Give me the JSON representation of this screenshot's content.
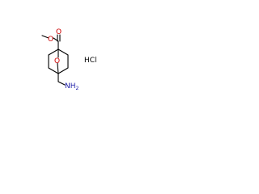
{
  "structure": {
    "atoms": {
      "carbonyl_oxygen": "O",
      "ester_oxygen": "O",
      "ring_oxygen": "O",
      "amine_nitrogen": "NH",
      "amine_subscript": "2"
    },
    "counter_ion": "HCl"
  },
  "colors": {
    "bond": "#000000",
    "oxygen": "#cc0000",
    "nitrogen": "#1a1aa6"
  }
}
